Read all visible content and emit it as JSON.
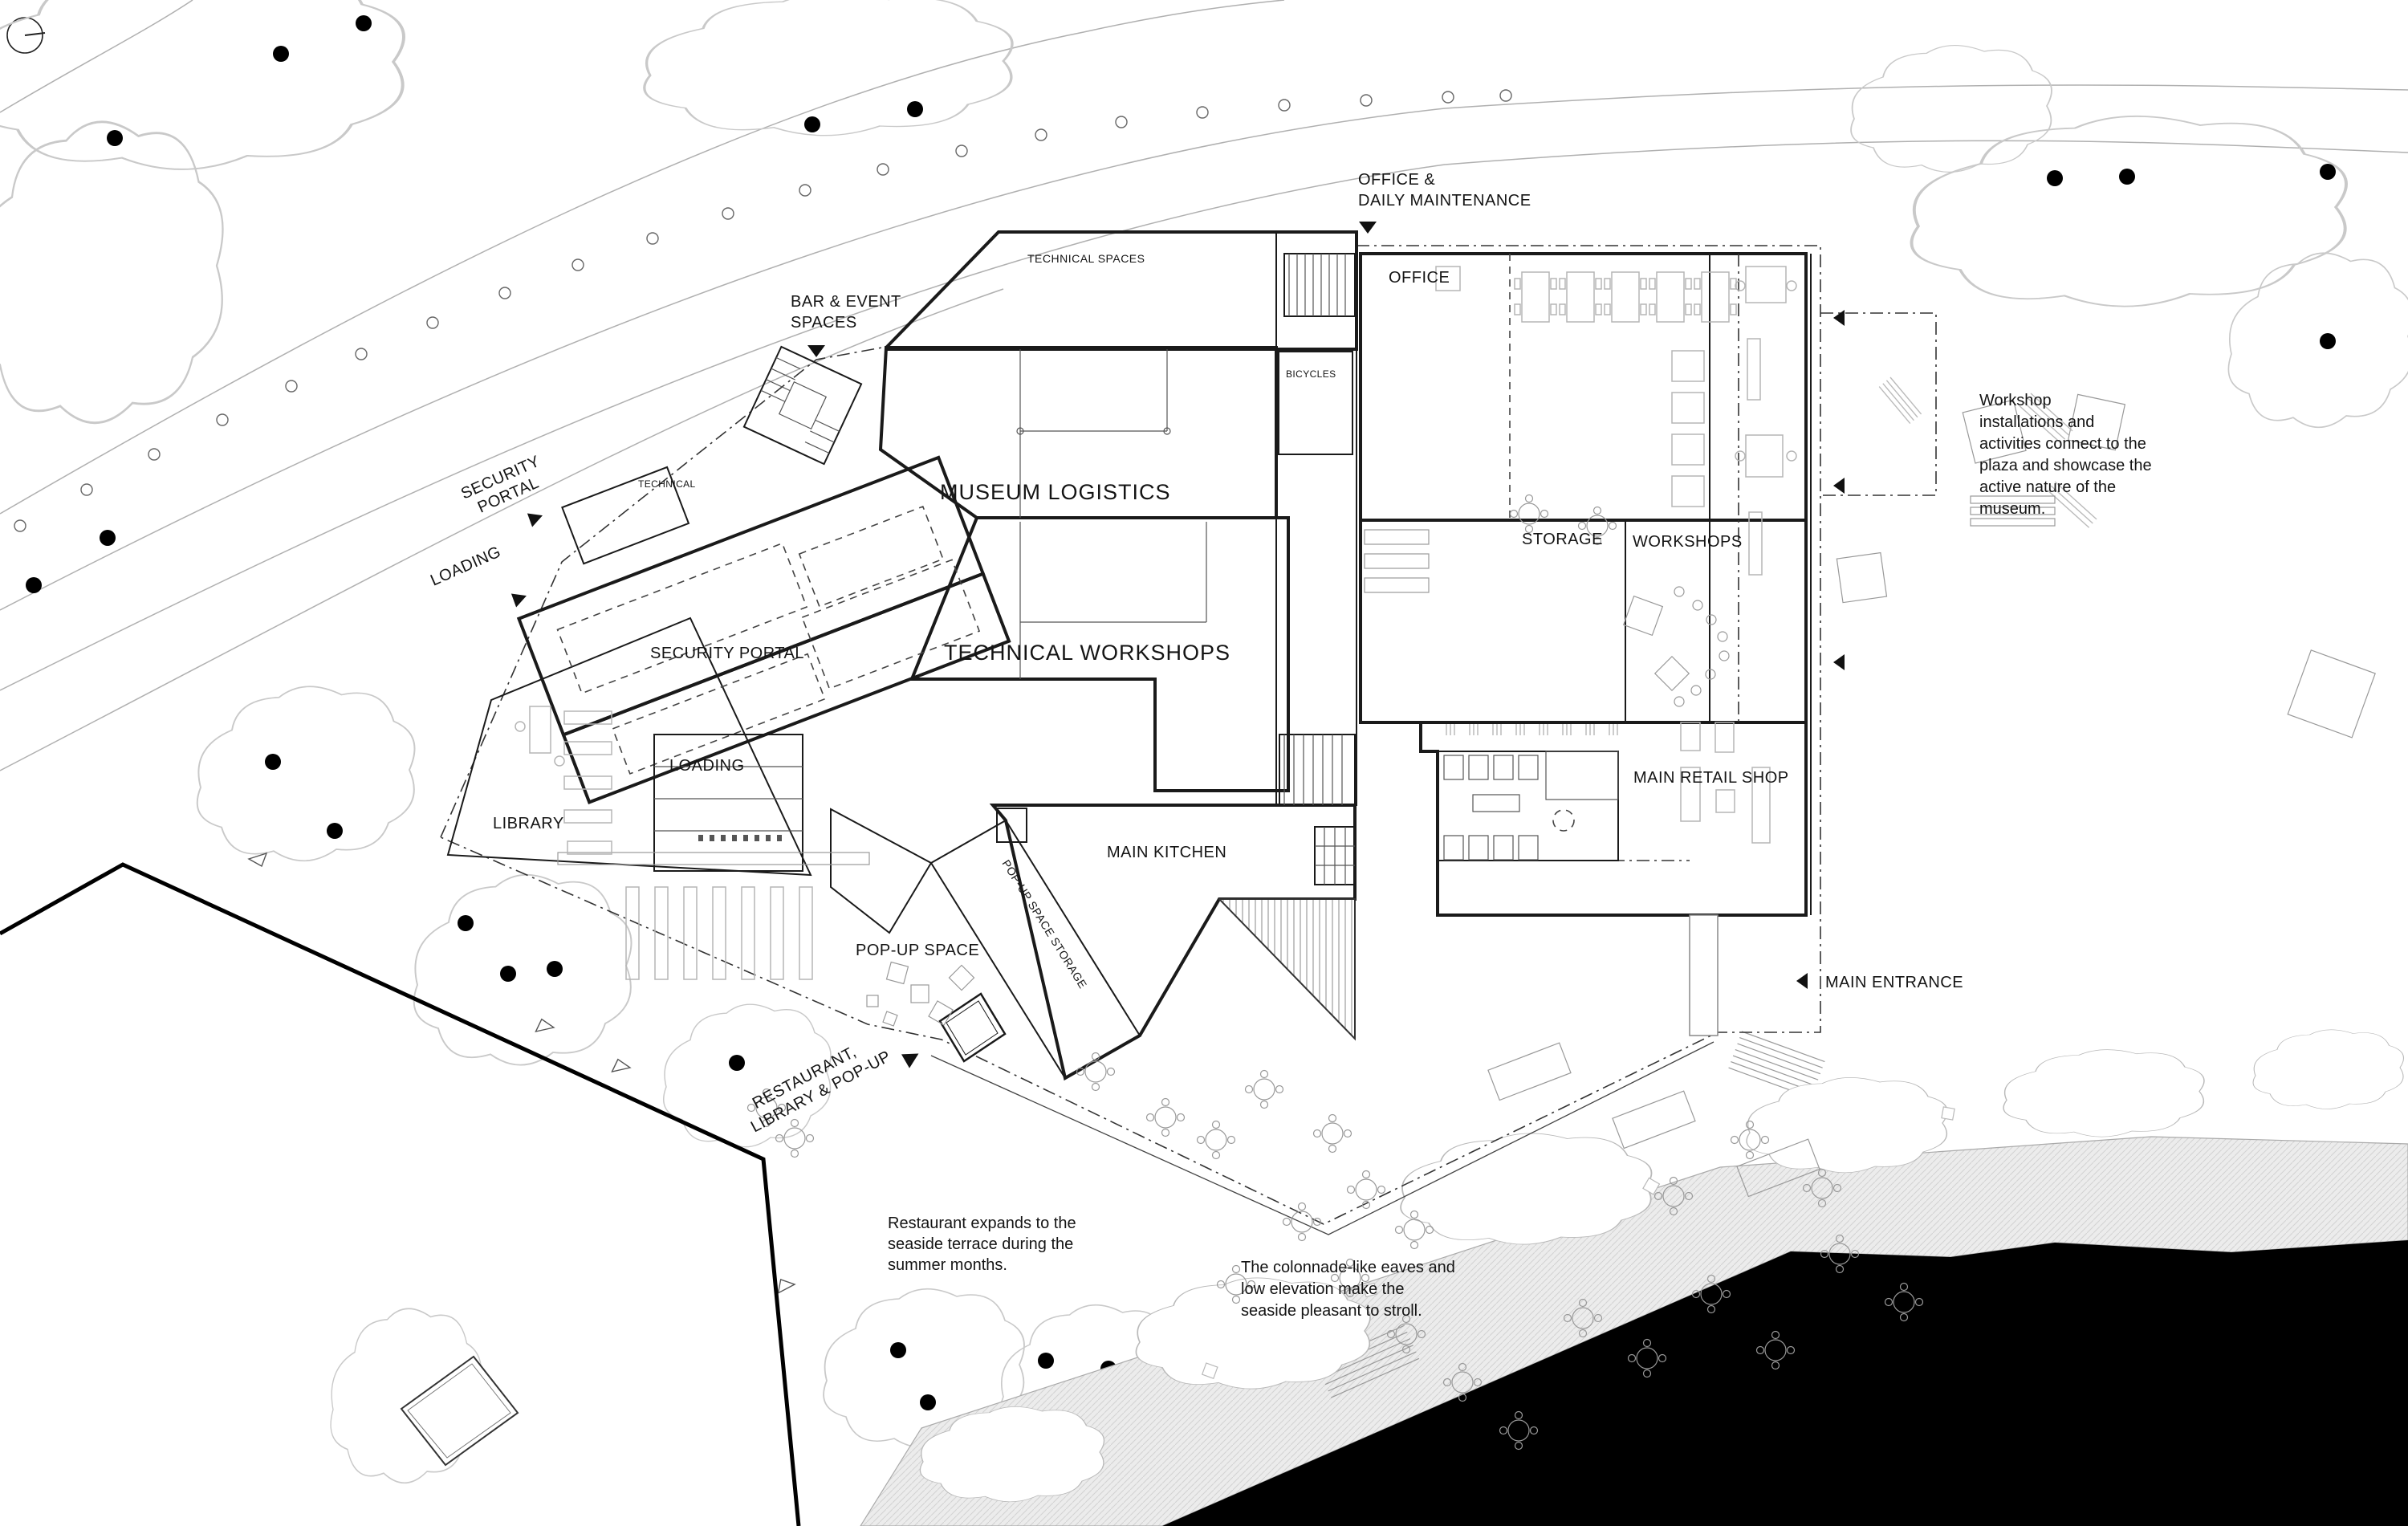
{
  "title": "Museum ground floor site plan",
  "colors": {
    "background": "#ffffff",
    "walls": "#1a1a1a",
    "water": "#000000",
    "terrace": "#ececec",
    "trees": "#c9c9c9",
    "annotation_text": "#141414"
  },
  "rooms": {
    "technical_spaces": "TECHNICAL SPACES",
    "museum_logistics": "MUSEUM LOGISTICS",
    "bicycles": "BICYCLES",
    "office": "OFFICE",
    "technical": "TECHNICAL",
    "security_portal": "SECURITY PORTAL",
    "loading": "LOADING",
    "technical_workshops": "TECHNICAL WORKSHOPS",
    "storage": "STORAGE",
    "workshops": "WORKSHOPS",
    "library": "LIBRARY",
    "main_kitchen": "MAIN KITCHEN",
    "pop_up_space": "POP-UP SPACE",
    "pop_up_space_storage": "POP-UP SPACE STORAGE",
    "main_retail_shop": "MAIN RETAIL SHOP"
  },
  "site_labels": {
    "office_maintenance_line1": "OFFICE &",
    "office_maintenance_line2": "DAILY MAINTENANCE",
    "bar_event_line1": "BAR & EVENT",
    "bar_event_line2": "SPACES",
    "security_arrow_line1": "SECURITY",
    "security_arrow_line2": "PORTAL",
    "loading_arrow": "LOADING",
    "restaurant_arrow_line1": "RESTAURANT,",
    "restaurant_arrow_line2": "LIBRARY & POP-UP",
    "main_entrance": "MAIN ENTRANCE"
  },
  "notes": {
    "workshop_line1": "Workshop",
    "workshop_line2": "installations and",
    "workshop_line3": "activities connect to the",
    "workshop_line4": "plaza and showcase the",
    "workshop_line5": "active nature of the",
    "workshop_line6": "museum.",
    "restaurant_line1": "Restaurant expands to the",
    "restaurant_line2": "seaside terrace during the",
    "restaurant_line3": "summer months.",
    "colonnade_line1": "The colonnade-like eaves and",
    "colonnade_line2": "low elevation make the",
    "colonnade_line3": "seaside pleasant to stroll."
  }
}
